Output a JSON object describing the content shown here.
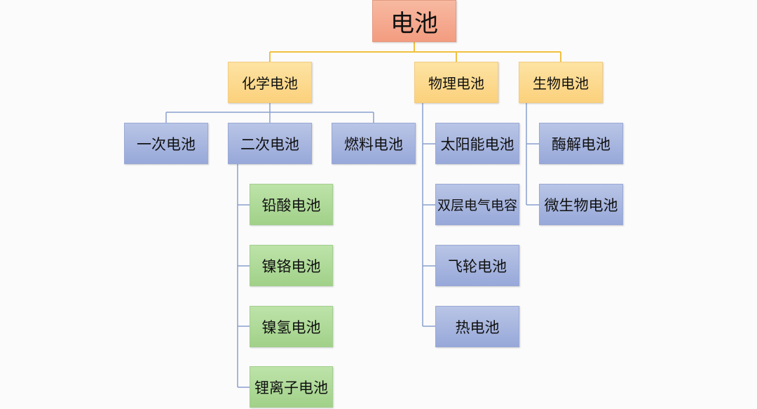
{
  "root": {
    "label": "电池"
  },
  "categories": {
    "chemical": "化学电池",
    "physical": "物理电池",
    "biological": "生物电池"
  },
  "chemical_children": {
    "primary": "一次电池",
    "secondary": "二次电池",
    "fuel": "燃料电池"
  },
  "secondary_children": [
    "铅酸电池",
    "镍铬电池",
    "镍氢电池",
    "锂离子电池"
  ],
  "physical_children": [
    "太阳能电池",
    "双层电气电容",
    "飞轮电池",
    "热电池"
  ],
  "biological_children": [
    "酶解电池",
    "微生物电池"
  ],
  "colors": {
    "root": "#f39c80",
    "level1": "#fbd17c",
    "level2": "#97a8d9",
    "level3": "#a1d189",
    "connector_root": "#f0c040",
    "connector_branch": "#8aa0cf"
  }
}
